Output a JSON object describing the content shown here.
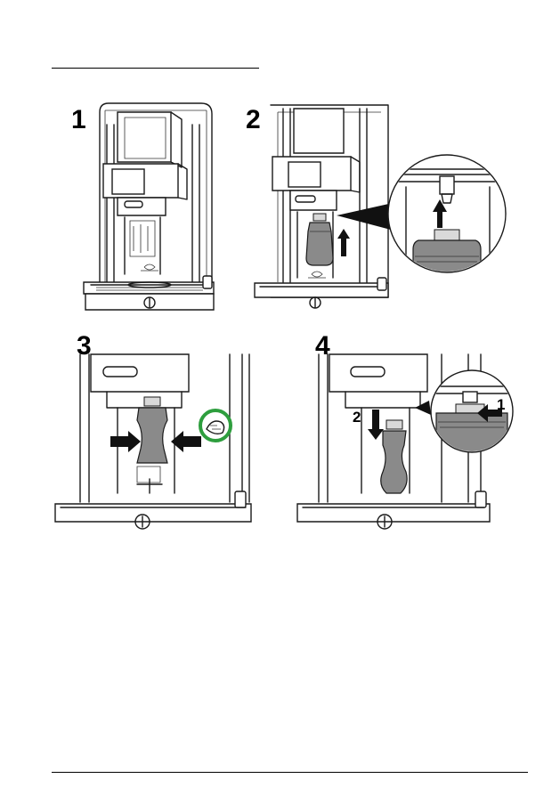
{
  "steps": [
    {
      "number": "1"
    },
    {
      "number": "2"
    },
    {
      "number": "3"
    },
    {
      "number": "4"
    }
  ],
  "callouts": {
    "step4_push_label": "1",
    "step4_pull_label": "2"
  },
  "icons": {
    "step3_hint": "hand-squeeze-icon",
    "arrows": "black-block-arrow"
  },
  "colors": {
    "line": "#1a1a1a",
    "hint_ring": "#2e9e3e",
    "bottle_fill": "#8a8a8a"
  }
}
